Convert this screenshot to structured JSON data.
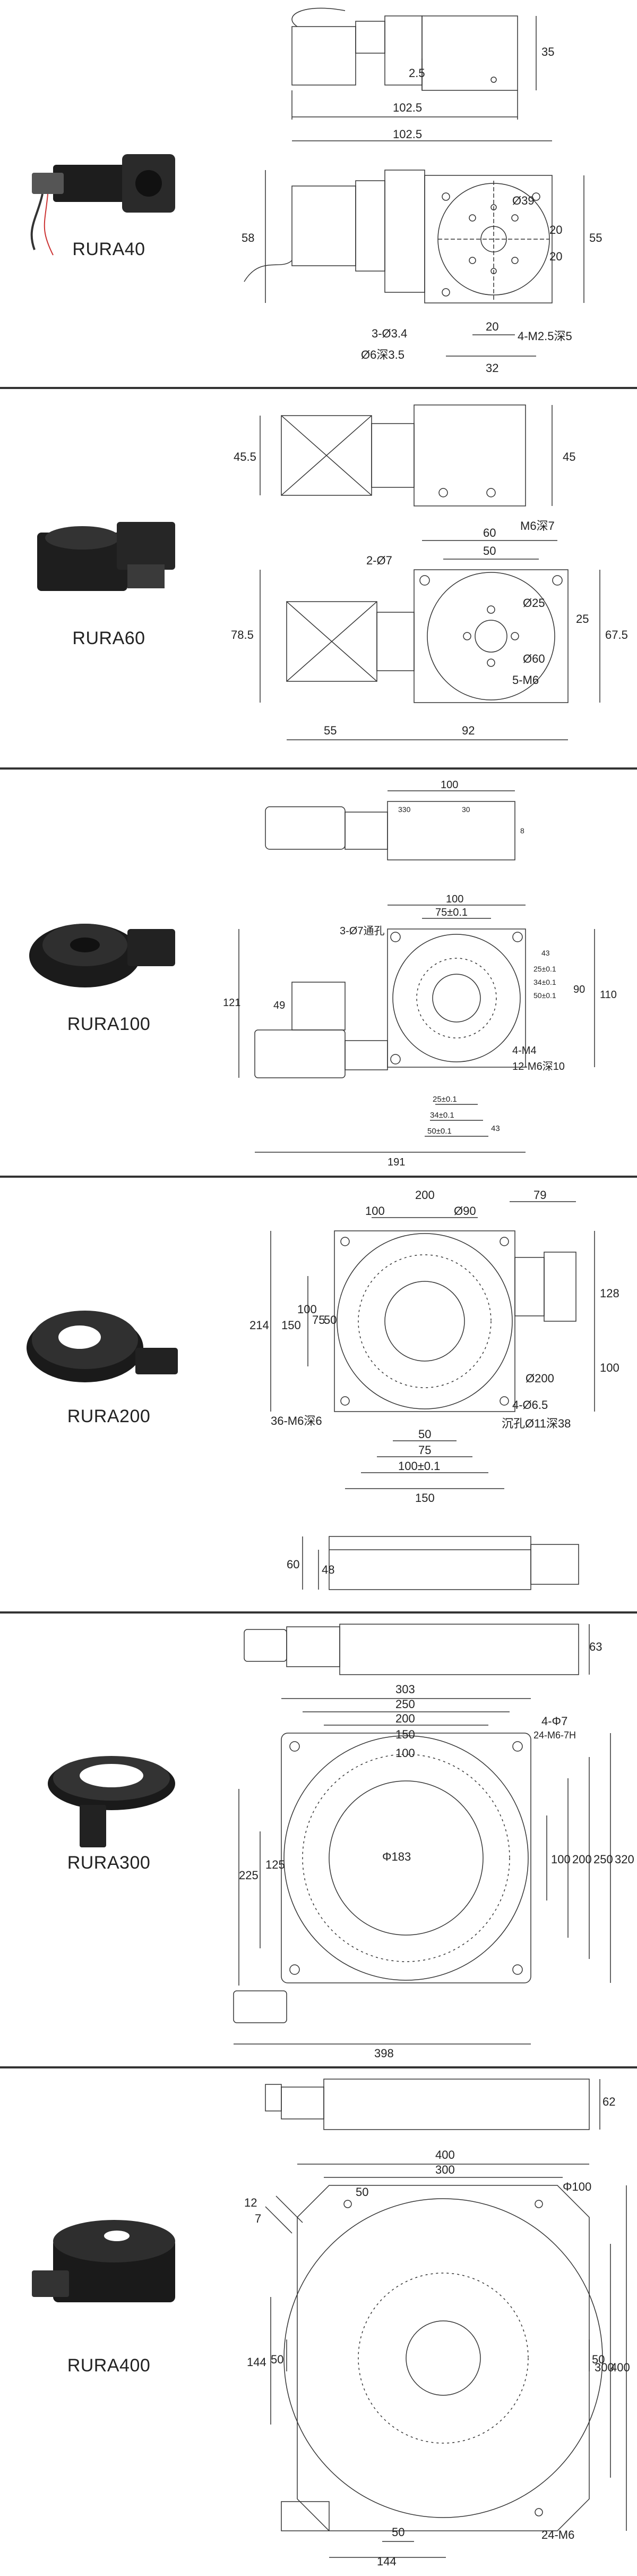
{
  "sections": [
    {
      "model": "RURA40",
      "dims": {
        "top_h": "35",
        "top_w": "102.5",
        "top_gap": "2.5",
        "w_total": "102.5",
        "h_left": "58",
        "h_right": "55",
        "phi": "Ø39",
        "c20a": "20",
        "c20b": "20",
        "c20c": "20",
        "c32": "32",
        "hole1": "3-Ø3.4",
        "hole2": "Ø6深3.5",
        "thread": "4-M2.5深5"
      }
    },
    {
      "model": "RURA60",
      "dims": {
        "top_h_left": "45.5",
        "top_h_right": "45",
        "thread_top": "M6深7",
        "w60": "60",
        "w50": "50",
        "hole": "2-Ø7",
        "phi25": "Ø25",
        "phi60": "Ø60",
        "v25": "25",
        "v675": "67.5",
        "h785": "78.5",
        "thread": "5-M6",
        "w55": "55",
        "w92": "92"
      }
    },
    {
      "model": "RURA100",
      "dims": {
        "top_w": "100",
        "top_a": "330",
        "top_b": "30",
        "top_r": "8",
        "w100": "100",
        "w75": "75±0.1",
        "hole": "3-Ø7通孔",
        "v43": "43",
        "v25": "25±0.1",
        "v34": "34±0.1",
        "v50": "50±0.1",
        "v90": "90",
        "v110": "110",
        "h121": "121",
        "h49": "49",
        "m4": "4-M4",
        "m6": "12-M6深10",
        "b25": "25±0.1",
        "b34": "34±0.1",
        "b50": "50±0.1",
        "b43": "43",
        "w191": "191"
      }
    },
    {
      "model": "RURA200",
      "dims": {
        "w200": "200",
        "w79": "79",
        "w100": "100",
        "phi90": "Ø90",
        "h214": "214",
        "h150": "150",
        "h100l": "100",
        "h75": "75",
        "h50": "50",
        "h128": "128",
        "h100r": "100",
        "phi200": "Ø200",
        "holes": "4-Ø6.5",
        "counter": "沉孔Ø11深38",
        "thread": "36-M6深6",
        "b50": "50",
        "b75": "75",
        "b100": "100±0.1",
        "b150": "150",
        "side60": "60",
        "side48": "48"
      }
    },
    {
      "model": "RURA300",
      "dims": {
        "top63": "63",
        "w303": "303",
        "w250": "250",
        "w200": "200",
        "w150": "150",
        "w100": "100",
        "hole": "4-Φ7",
        "thread": "24-M6-7H",
        "h125": "125",
        "h225": "225",
        "phi183": "Φ183",
        "v100": "100",
        "v200": "200",
        "v250": "250",
        "v320": "320",
        "w398": "398"
      }
    },
    {
      "model": "RURA400",
      "dims": {
        "top62": "62",
        "w400": "400",
        "w300": "300",
        "w50": "50",
        "a12": "12",
        "a7": "7",
        "phi100": "Φ100",
        "h144": "144",
        "h50l": "50",
        "v50": "50",
        "v300": "300",
        "v400": "400",
        "thread": "24-M6",
        "b50": "50",
        "b144": "144"
      }
    }
  ]
}
